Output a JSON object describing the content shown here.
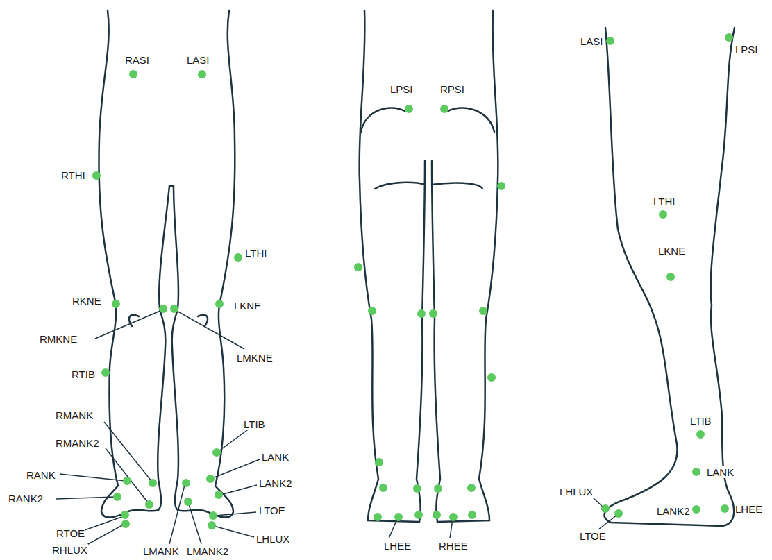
{
  "diagram": {
    "labels": [
      "RASI",
      "LASI",
      "RTHI",
      "LTHI",
      "RKNE",
      "LKNE",
      "RMKNE",
      "LMKNE",
      "RTIB",
      "RMANK",
      "LTIB",
      "RMANK2",
      "LANK",
      "RANK",
      "LANK2",
      "RANK2",
      "LTOE",
      "RTOE",
      "LHLUX",
      "RHLUX",
      "LMANK",
      "LMANK2",
      "LPSI",
      "RPSI",
      "LHEE",
      "RHEE",
      "LASI",
      "LPSI",
      "LTHI",
      "LKNE",
      "LTIB",
      "LANK",
      "LHLUX",
      "LHEE",
      "LANK2",
      "LTOE"
    ]
  }
}
